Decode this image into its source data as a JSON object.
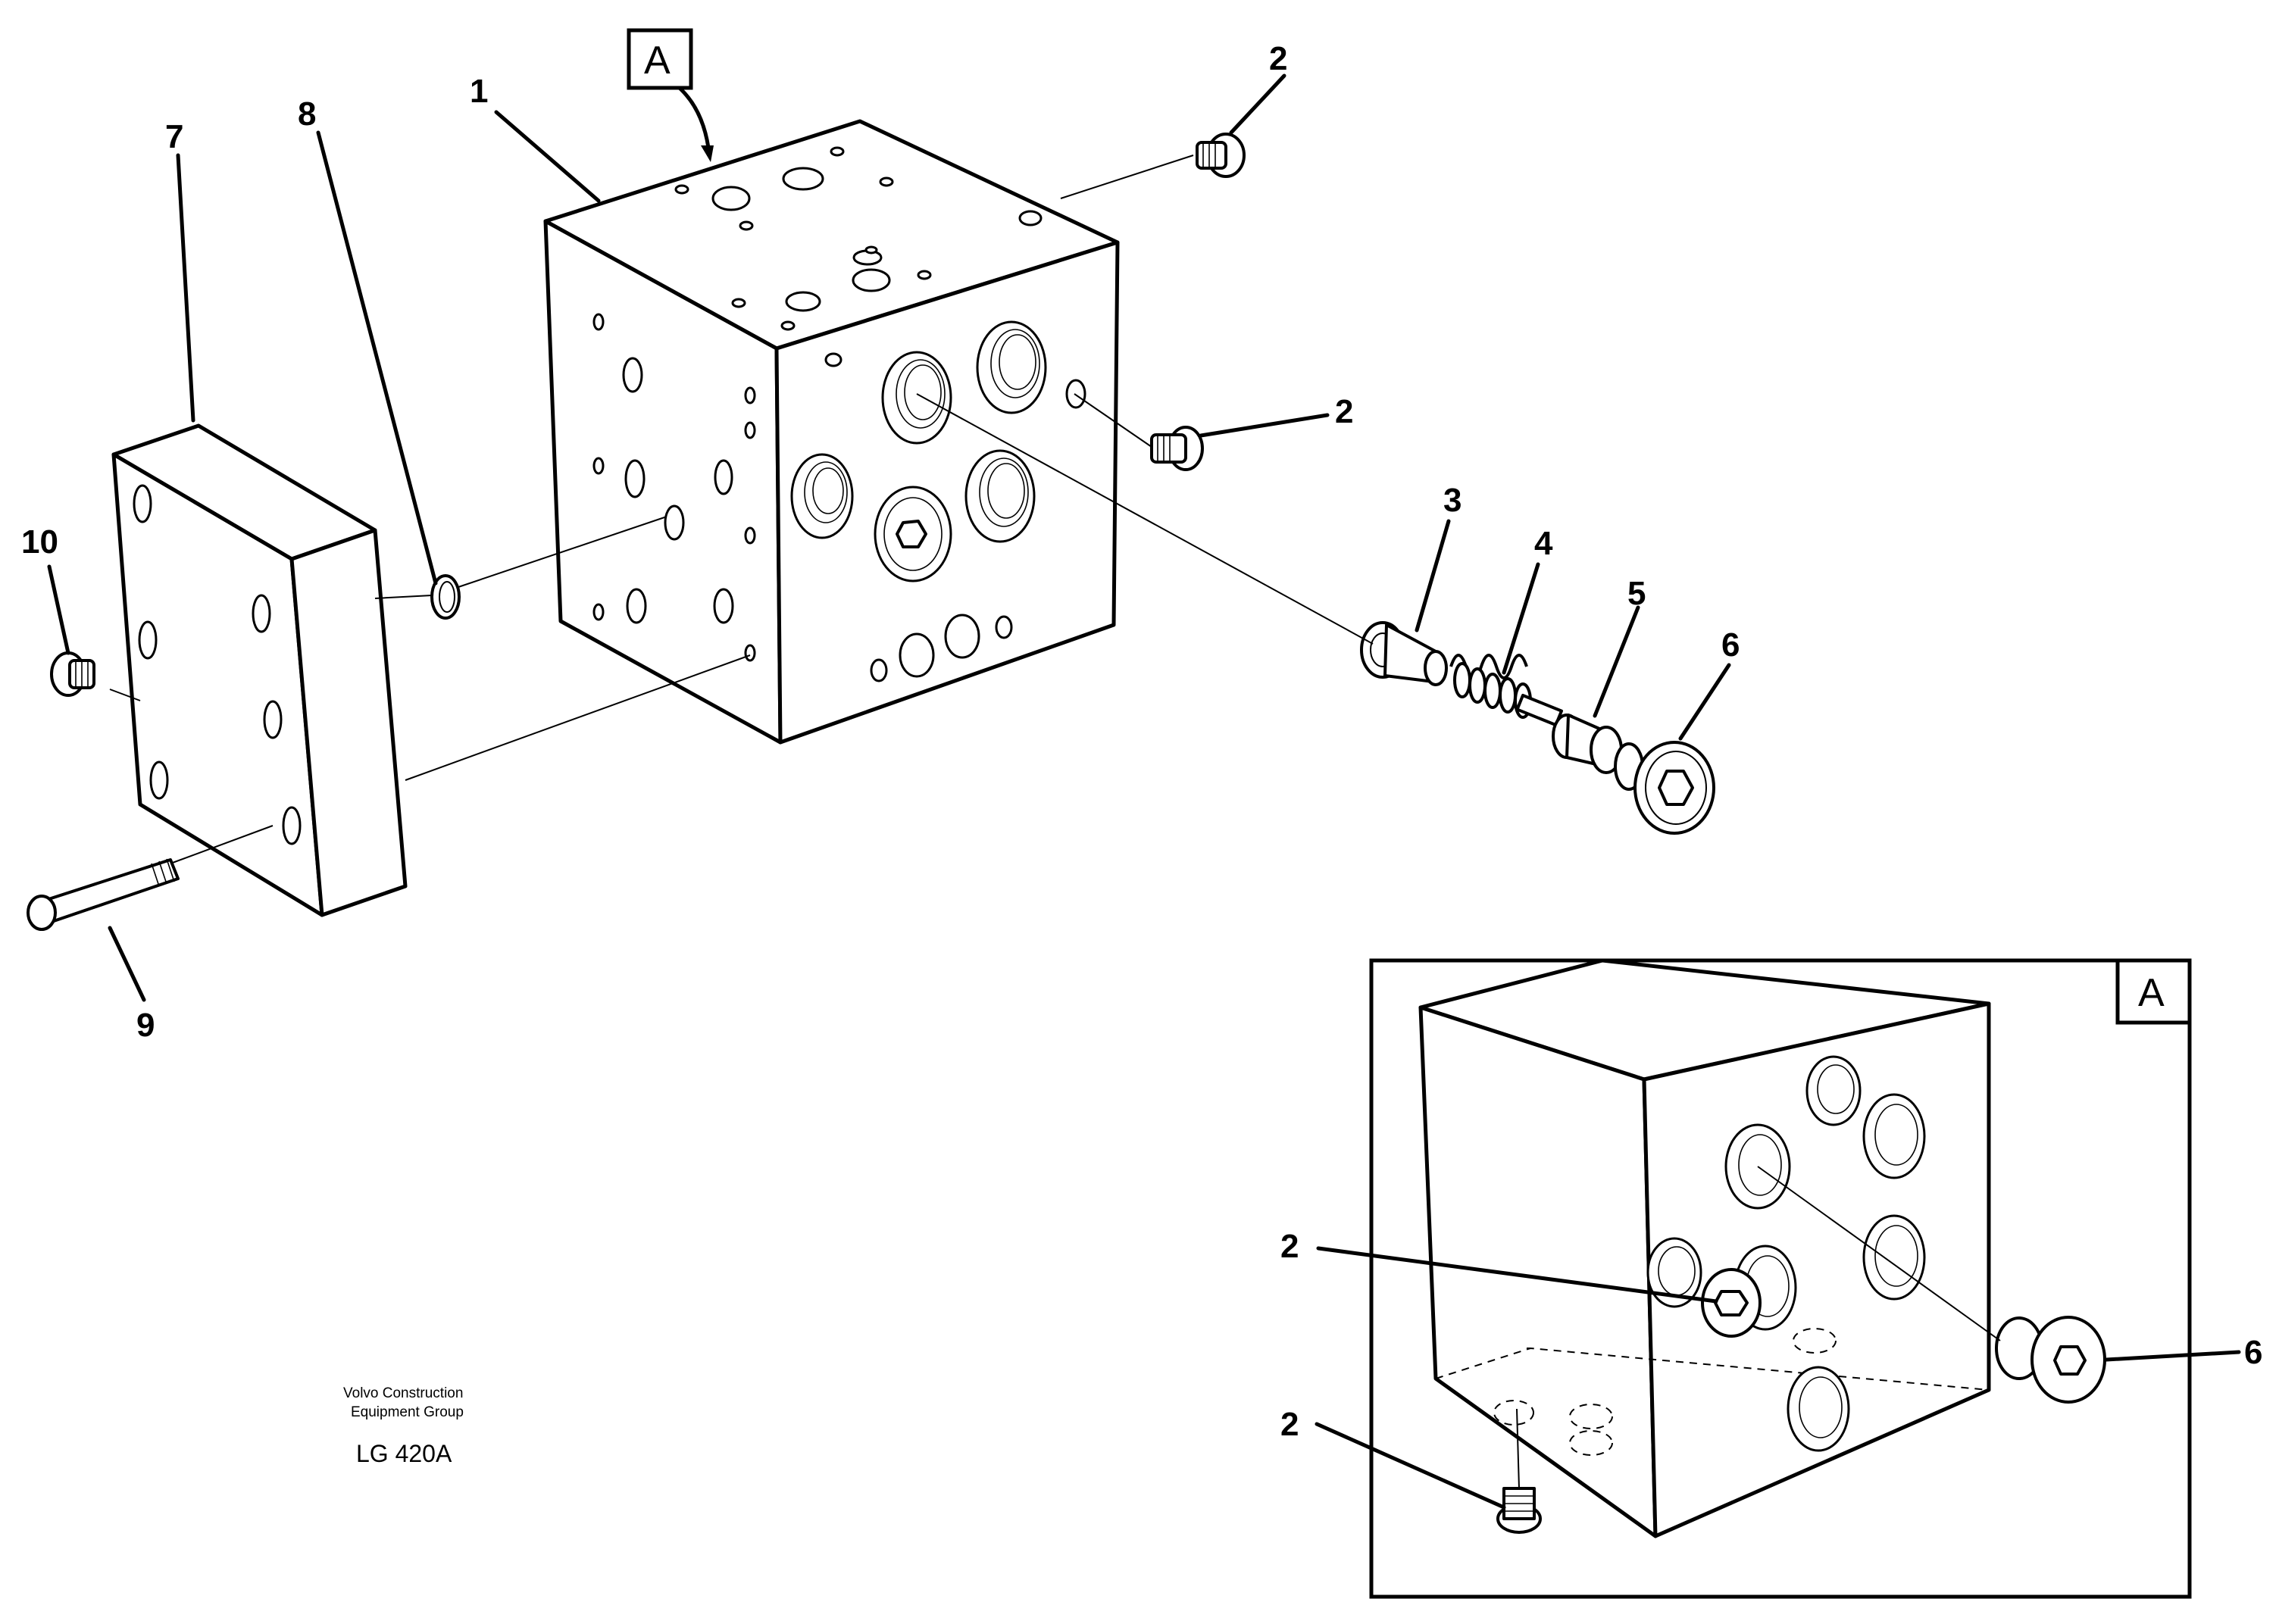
{
  "diagram": {
    "callouts": {
      "part_1": "1",
      "part_2_top": "2",
      "part_2_side": "2",
      "part_3": "3",
      "part_4": "4",
      "part_5": "5",
      "part_6": "6",
      "part_7": "7",
      "part_8": "8",
      "part_9": "9",
      "part_10": "10"
    },
    "view_marker": "A",
    "detail_view": {
      "label": "A",
      "callouts": {
        "part_2_upper": "2",
        "part_2_lower": "2",
        "part_6": "6"
      }
    },
    "footer": {
      "publisher_line1": "Volvo Construction",
      "publisher_line2": "Equipment Group",
      "drawing_code": "LG 420A"
    }
  }
}
